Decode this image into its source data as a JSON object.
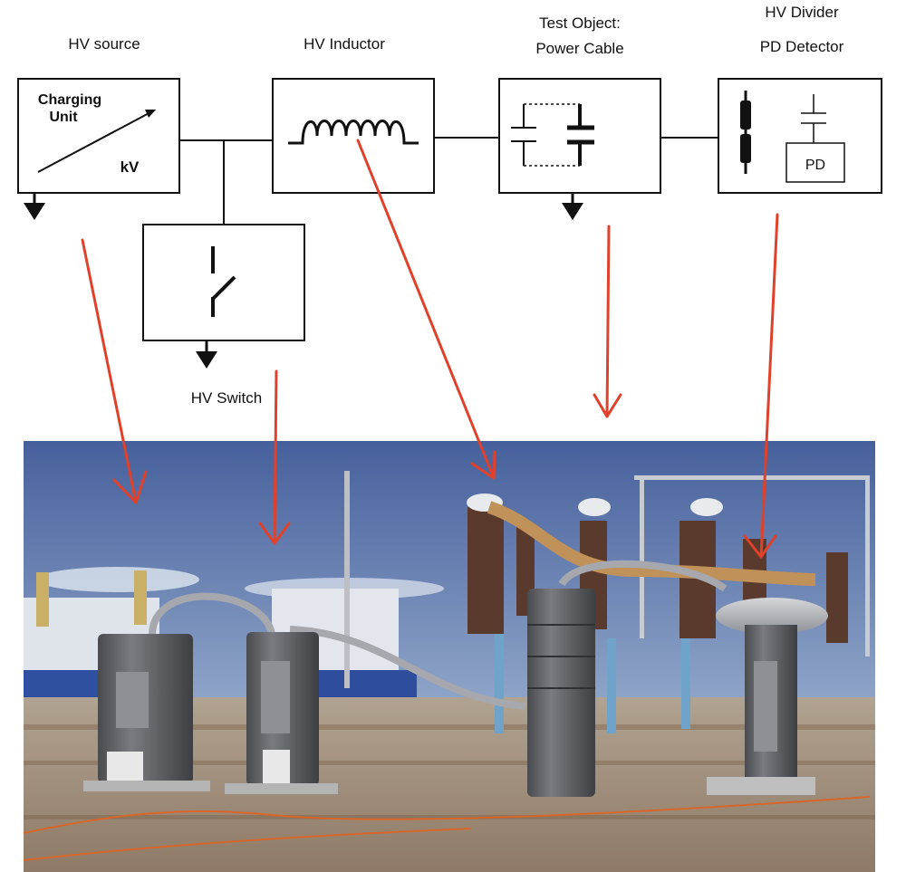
{
  "labels": {
    "hv_source": "HV source",
    "hv_inductor": "HV Inductor",
    "test_object_line1": "Test Object:",
    "test_object_line2": "Power Cable",
    "hv_divider": "HV Divider",
    "pd_detector": "PD Detector",
    "hv_switch": "HV Switch"
  },
  "charging_unit": {
    "line1": "Charging",
    "line2": "Unit",
    "unit": "kV"
  },
  "pd_box": "PD",
  "colors": {
    "arrow": "#e0412b",
    "line": "#111111",
    "sky_top": "#4a64a0",
    "sky_bottom": "#b9c8de",
    "ground": "#a08f7c",
    "cylinder": "#5f6064",
    "copper_cable": "#c1915a"
  },
  "photo": {
    "description_icon": "substation-photo"
  }
}
